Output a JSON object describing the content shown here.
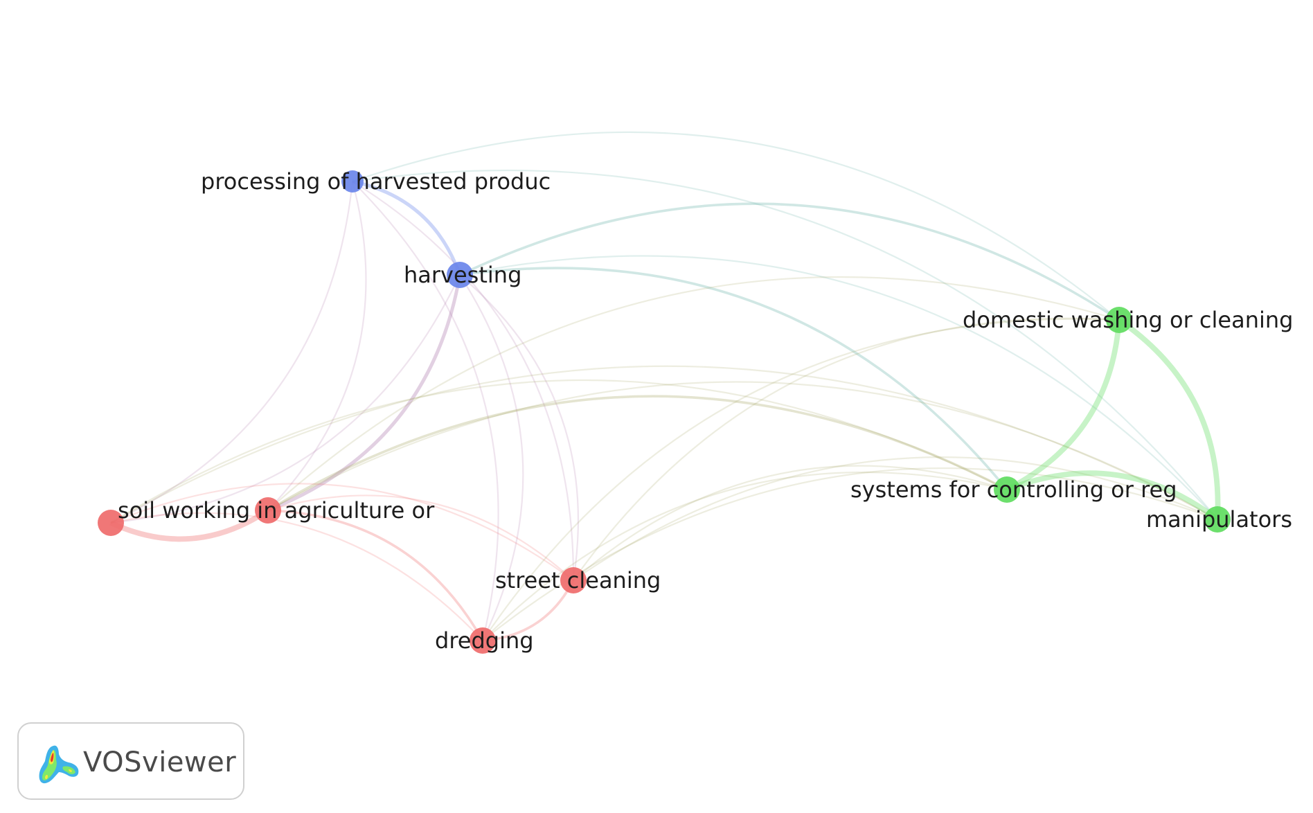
{
  "clusters": {
    "red": "#ef6b6b",
    "green": "#5fdc5f",
    "blue": "#6a86ea"
  },
  "nodes": [
    {
      "id": "processing",
      "label": "processing of harvested produc",
      "cluster": "blue"
    },
    {
      "id": "harvesting",
      "label": "harvesting",
      "cluster": "blue"
    },
    {
      "id": "domestic",
      "label": "domestic washing or cleaning",
      "cluster": "green"
    },
    {
      "id": "systems",
      "label": "systems for controlling or reg",
      "cluster": "green"
    },
    {
      "id": "manipulators",
      "label": "manipulators",
      "cluster": "green"
    },
    {
      "id": "unlabeled",
      "label": "",
      "cluster": "red"
    },
    {
      "id": "soil",
      "label": "soil working in agriculture or",
      "cluster": "red"
    },
    {
      "id": "street",
      "label": "street cleaning",
      "cluster": "red"
    },
    {
      "id": "dredging",
      "label": "dredging",
      "cluster": "red"
    }
  ],
  "links": [
    {
      "source": "processing",
      "target": "harvesting",
      "strength": 3
    },
    {
      "source": "processing",
      "target": "soil",
      "strength": 1
    },
    {
      "source": "processing",
      "target": "dredging",
      "strength": 1
    },
    {
      "source": "processing",
      "target": "street",
      "strength": 1
    },
    {
      "source": "processing",
      "target": "domestic",
      "strength": 1
    },
    {
      "source": "processing",
      "target": "manipulators",
      "strength": 1
    },
    {
      "source": "processing",
      "target": "unlabeled",
      "strength": 1
    },
    {
      "source": "harvesting",
      "target": "soil",
      "strength": 3
    },
    {
      "source": "harvesting",
      "target": "street",
      "strength": 1
    },
    {
      "source": "harvesting",
      "target": "dredging",
      "strength": 1
    },
    {
      "source": "harvesting",
      "target": "domestic",
      "strength": 2
    },
    {
      "source": "harvesting",
      "target": "systems",
      "strength": 2
    },
    {
      "source": "harvesting",
      "target": "manipulators",
      "strength": 1
    },
    {
      "source": "harvesting",
      "target": "unlabeled",
      "strength": 1
    },
    {
      "source": "soil",
      "target": "unlabeled",
      "strength": 5
    },
    {
      "source": "soil",
      "target": "dredging",
      "strength": 2
    },
    {
      "source": "soil",
      "target": "street",
      "strength": 1
    },
    {
      "source": "soil",
      "target": "systems",
      "strength": 2
    },
    {
      "source": "soil",
      "target": "domestic",
      "strength": 1
    },
    {
      "source": "soil",
      "target": "manipulators",
      "strength": 1
    },
    {
      "source": "unlabeled",
      "target": "dredging",
      "strength": 1
    },
    {
      "source": "unlabeled",
      "target": "street",
      "strength": 1
    },
    {
      "source": "unlabeled",
      "target": "manipulators",
      "strength": 1
    },
    {
      "source": "unlabeled",
      "target": "systems",
      "strength": 1
    },
    {
      "source": "street",
      "target": "dredging",
      "strength": 2
    },
    {
      "source": "street",
      "target": "systems",
      "strength": 1
    },
    {
      "source": "street",
      "target": "manipulators",
      "strength": 1
    },
    {
      "source": "street",
      "target": "domestic",
      "strength": 1
    },
    {
      "source": "dredging",
      "target": "domestic",
      "strength": 1
    },
    {
      "source": "dredging",
      "target": "systems",
      "strength": 1
    },
    {
      "source": "dredging",
      "target": "manipulators",
      "strength": 1
    },
    {
      "source": "domestic",
      "target": "systems",
      "strength": 5
    },
    {
      "source": "domestic",
      "target": "manipulators",
      "strength": 5
    },
    {
      "source": "systems",
      "target": "manipulators",
      "strength": 5
    }
  ],
  "logo": {
    "text": "VOSviewer",
    "icon": "vosviewer-density-logo-icon"
  }
}
